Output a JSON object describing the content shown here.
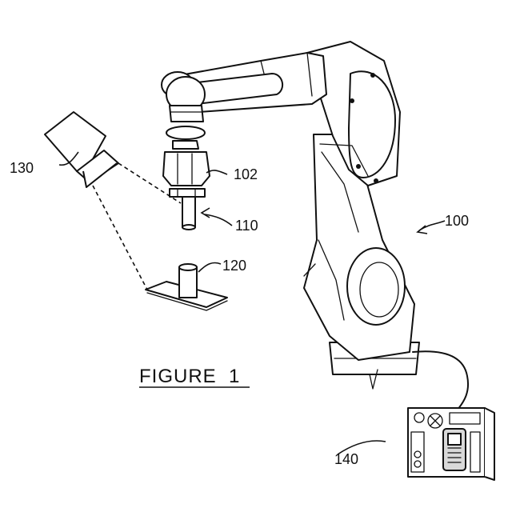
{
  "figure": {
    "title": "FIGURE  1",
    "labels": {
      "robot": "100",
      "end_effector": "102",
      "tool": "110",
      "target": "120",
      "camera": "130",
      "controller": "140"
    }
  }
}
